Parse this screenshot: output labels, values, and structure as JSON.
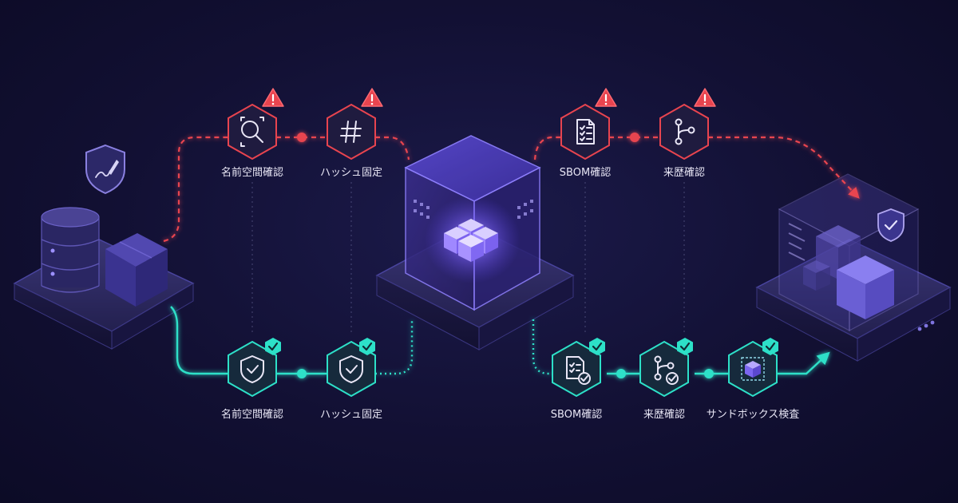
{
  "top_path": {
    "stages": [
      {
        "label": "名前空間確認",
        "icon": "search-icon",
        "status": "warning-icon"
      },
      {
        "label": "ハッシュ固定",
        "icon": "hash-icon",
        "status": "warning-icon"
      },
      {
        "label": "SBOM確認",
        "icon": "document-checklist-icon",
        "status": "warning-icon"
      },
      {
        "label": "来歴確認",
        "icon": "branch-icon",
        "status": "warning-icon"
      }
    ]
  },
  "bottom_path": {
    "stages": [
      {
        "label": "名前空間確認",
        "icon": "shield-check-icon",
        "status": "check-icon"
      },
      {
        "label": "ハッシュ固定",
        "icon": "shield-check-icon",
        "status": "check-icon"
      },
      {
        "label": "SBOM確認",
        "icon": "document-checklist-icon",
        "status": "check-icon"
      },
      {
        "label": "来歴確認",
        "icon": "branch-icon",
        "status": "check-icon"
      },
      {
        "label": "サンドボックス検査",
        "icon": "sandbox-cube-icon",
        "status": "check-icon"
      }
    ]
  },
  "colors": {
    "danger": "#e8444f",
    "safe": "#2de0c8",
    "accent": "#6b5cf0",
    "background": "#121033"
  },
  "nodes": {
    "source": {
      "icons": [
        "database-icon",
        "package-box-icon",
        "signed-shield-icon"
      ]
    },
    "registry": {
      "icon": "package-cube-icon"
    },
    "target": {
      "icons": [
        "protected-environment-icon",
        "shield-check-icon"
      ]
    }
  }
}
